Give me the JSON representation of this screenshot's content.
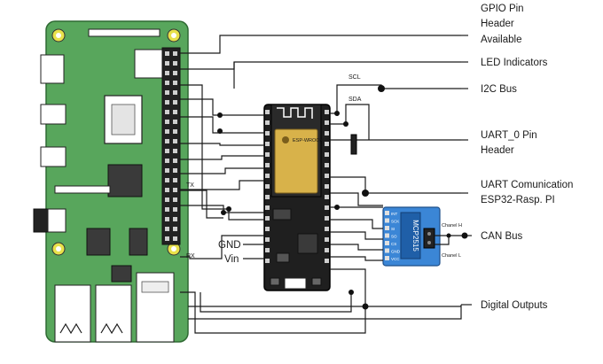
{
  "labels": {
    "gpio": [
      "GPIO Pin",
      "Header",
      "Available"
    ],
    "led": "LED Indicators",
    "i2c": "I2C Bus",
    "uart0": [
      "UART_0 Pin",
      "Header"
    ],
    "uart_comm": [
      "UART Comunication",
      "ESP32-Rasp. PI"
    ],
    "can_bus": "CAN Bus",
    "digital_outputs": "Digital Outputs",
    "scl": "SCL",
    "sda": "SDA",
    "tx": "TX",
    "rx": "RX",
    "gnd": "GND",
    "vin": "Vin",
    "chanel_h": "Chanel H",
    "chanel_l": "Chanel L",
    "mcp_chip": "MCP2515",
    "mcp_pins": [
      "INT",
      "SCK",
      "SI",
      "SO",
      "CS",
      "GND",
      "VCC"
    ]
  },
  "colors": {
    "rpi_board": "#58a65c",
    "rpi_board_dark": "#3f8e45",
    "esp_board": "#1f1f1f",
    "esp_module": "#d8b24a",
    "mcp_board": "#3b86d6",
    "wire": "#1a1a1a",
    "mount_hole": "#e8e14a"
  }
}
